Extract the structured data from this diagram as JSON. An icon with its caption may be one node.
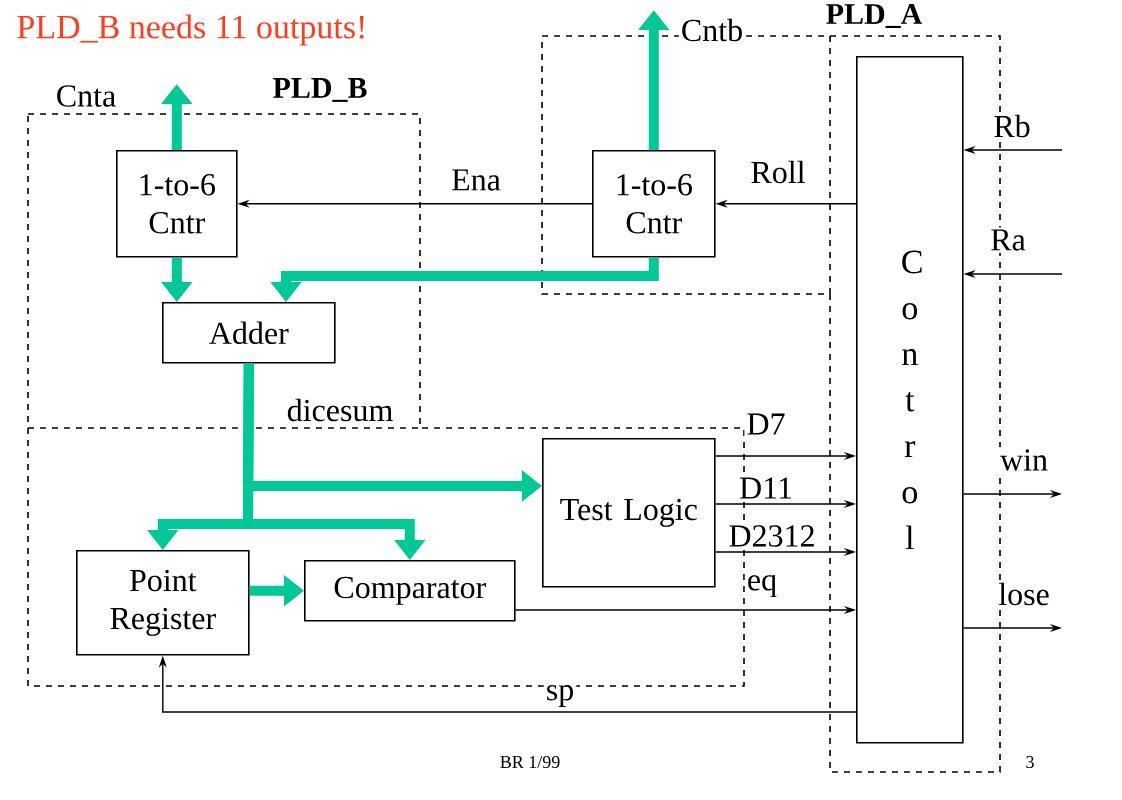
{
  "diagram": {
    "title": "PLD_B needs 11 outputs!",
    "nodes": [
      {
        "text": [
          "PLD_B"
        ]
      },
      {
        "text": [
          "1-to-6 Cntr"
        ],
        "in": 0
      },
      {
        "text": [
          "Adder"
        ],
        "in": 0
      },
      {
        "text": [
          "Test Logic"
        ],
        "in": 0
      },
      {
        "text": [
          "Point Register"
        ],
        "in": 0
      },
      {
        "text": [
          "Comparator"
        ],
        "in": 0
      },
      {
        "text": [
          "PLD_A"
        ]
      },
      {
        "text": [
          "1-to-6 Cntr"
        ],
        "in": 6
      },
      {
        "text": [
          "C o n t r o l"
        ],
        "in": 6
      }
    ],
    "edges": [
      {
        "from": 1,
        "to": null,
        "arrow": "to",
        "label": "Cnta",
        "style": "thick",
        "color": "#00c896"
      },
      {
        "from": 7,
        "to": null,
        "arrow": "to",
        "label": "Cntb",
        "style": "thick",
        "color": "#00c896"
      },
      {
        "from": 1,
        "to": 2,
        "arrow": "to",
        "style": "thick",
        "color": "#00c896"
      },
      {
        "from": 7,
        "to": 2,
        "arrow": "to",
        "style": "thick",
        "color": "#00c896"
      },
      {
        "from": 7,
        "to": 1,
        "arrow": "to",
        "label": "Ena"
      },
      {
        "from": 8,
        "to": 7,
        "arrow": "to",
        "label": "Roll"
      },
      {
        "from": 2,
        "to": 3,
        "arrow": "to",
        "label": "dicesum",
        "style": "thick",
        "color": "#00c896"
      },
      {
        "from": 2,
        "to": 4,
        "arrow": "to",
        "style": "thick",
        "color": "#00c896"
      },
      {
        "from": 2,
        "to": 5,
        "arrow": "to",
        "style": "thick",
        "color": "#00c896"
      },
      {
        "from": 4,
        "to": 5,
        "arrow": "to",
        "style": "thick",
        "color": "#00c896"
      },
      {
        "from": 3,
        "to": 8,
        "arrow": "to",
        "label": "D7"
      },
      {
        "from": 3,
        "to": 8,
        "arrow": "to",
        "label": "D11"
      },
      {
        "from": 3,
        "to": 8,
        "arrow": "to",
        "label": "D2312"
      },
      {
        "from": 5,
        "to": 8,
        "arrow": "to",
        "label": "eq"
      },
      {
        "from": 8,
        "to": 4,
        "arrow": "to",
        "label": "sp"
      },
      {
        "from": null,
        "to": 8,
        "arrow": "to",
        "label": "Rb"
      },
      {
        "from": null,
        "to": 8,
        "arrow": "to",
        "label": "Ra"
      },
      {
        "from": 8,
        "to": null,
        "arrow": "to",
        "label": "win"
      },
      {
        "from": 8,
        "to": null,
        "arrow": "to",
        "label": "lose"
      }
    ],
    "labels": [
      "BR 1/99",
      "3"
    ]
  }
}
